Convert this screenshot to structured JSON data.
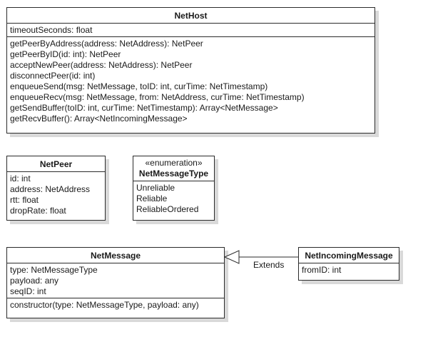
{
  "classes": {
    "nethost": {
      "name": "NetHost",
      "attributes": [
        "timeoutSeconds: float"
      ],
      "operations": [
        "getPeerByAddress(address: NetAddress): NetPeer",
        "getPeerByID(id: int): NetPeer",
        "acceptNewPeer(address: NetAddress): NetPeer",
        "disconnectPeer(id: int)",
        "enqueueSend(msg: NetMessage, toID: int, curTime: NetTimestamp)",
        "enqueueRecv(msg: NetMessage, from: NetAddress, curTime: NetTimestamp)",
        "getSendBuffer(toID: int, curTime: NetTimestamp): Array<NetMessage>",
        "getRecvBuffer(): Array<NetIncomingMessage>"
      ]
    },
    "netpeer": {
      "name": "NetPeer",
      "attributes": [
        "id: int",
        "address: NetAddress",
        "rtt: float",
        "dropRate: float"
      ]
    },
    "netmessagetype": {
      "stereotype": "«enumeration»",
      "name": "NetMessageType",
      "literals": [
        "Unreliable",
        "Reliable",
        "ReliableOrdered"
      ]
    },
    "netmessage": {
      "name": "NetMessage",
      "attributes": [
        "type: NetMessageType",
        "payload: any",
        "seqID: int"
      ],
      "operations": [
        "constructor(type: NetMessageType, payload: any)"
      ]
    },
    "netincomingmessage": {
      "name": "NetIncomingMessage",
      "attributes": [
        "fromID: int"
      ]
    }
  },
  "relations": {
    "extends": {
      "label": "Extends",
      "from": "NetIncomingMessage",
      "to": "NetMessage"
    }
  }
}
